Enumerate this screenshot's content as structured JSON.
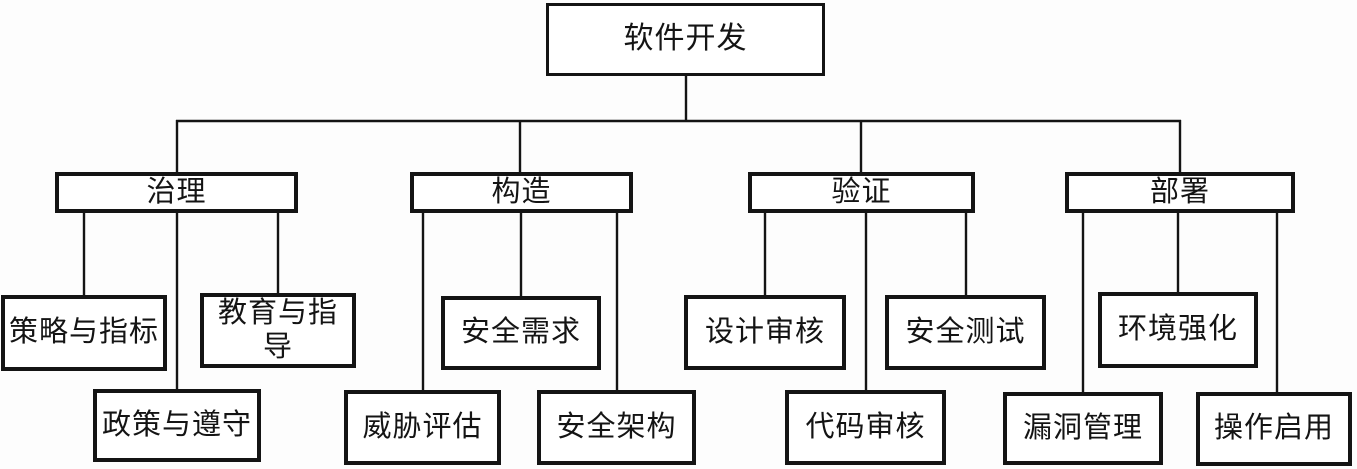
{
  "diagram": {
    "type": "tree",
    "root": {
      "label": "软件开发"
    },
    "branches": [
      {
        "label": "治理",
        "children": [
          {
            "label": "策略与指标"
          },
          {
            "label": "政策与遵守"
          },
          {
            "label": "教育与指导"
          }
        ]
      },
      {
        "label": "构造",
        "children": [
          {
            "label": "威胁评估"
          },
          {
            "label": "安全需求"
          },
          {
            "label": "安全架构"
          }
        ]
      },
      {
        "label": "验证",
        "children": [
          {
            "label": "设计审核"
          },
          {
            "label": "代码审核"
          },
          {
            "label": "安全测试"
          }
        ]
      },
      {
        "label": "部署",
        "children": [
          {
            "label": "漏洞管理"
          },
          {
            "label": "环境强化"
          },
          {
            "label": "操作启用"
          }
        ]
      }
    ],
    "colors": {
      "line": "#141414",
      "box_border": "#141414",
      "box_fill": "#ffffff",
      "text": "#141414",
      "background": "#fdfdfd"
    }
  }
}
